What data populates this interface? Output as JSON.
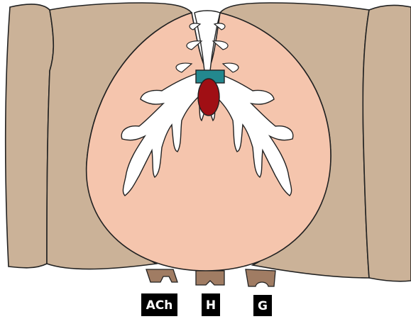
{
  "labels": {
    "ach": "ACh",
    "histamine": "H",
    "gastrin": "G"
  },
  "colors": {
    "cell_tissue": "#cbb298",
    "gland_body": "#f5c5ad",
    "lumen": "#ffffff",
    "outline": "#222222",
    "proton_pump": "#23888e",
    "vesicle": "#a00f14",
    "receptor": "#a07c63",
    "label_box": "#000000",
    "label_text": "#ffffff"
  },
  "icons": {
    "pump": "teal-rectangle",
    "vesicle": "red-ellipse"
  }
}
